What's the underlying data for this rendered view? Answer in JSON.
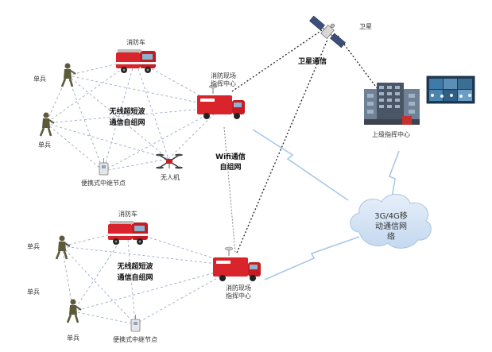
{
  "labels": {
    "truck_top": "消防车",
    "truck_bottom": "消防车",
    "soldier_1": "单兵",
    "soldier_2": "单兵",
    "soldier_3": "单兵",
    "soldier_4": "单兵",
    "soldier_5": "单兵",
    "relay_top": "便携式中继节点",
    "relay_bottom": "便携式中继节点",
    "drone": "无人机",
    "command_top_l1": "消防现场",
    "command_top_l2": "指挥中心",
    "command_bottom_l1": "消防现场",
    "command_bottom_l2": "指挥中心",
    "satellite": "卫星",
    "satellite_link": "卫星通信",
    "wifi_l1": "Wifi通信",
    "wifi_l2": "自组网",
    "adhoc_top_l1": "无线超短波",
    "adhoc_top_l2": "通信自组网",
    "adhoc_bottom_l1": "无线超短波",
    "adhoc_bottom_l2": "通信自组网",
    "upper_command": "上级指挥中心",
    "mobile_l1": "3G/4G移",
    "mobile_l2": "动通信网",
    "mobile_l3": "络"
  },
  "colors": {
    "adhoc_line": "#9aa9c9",
    "wireless_line": "#a9c7ea",
    "satellite_line": "#222222",
    "truck_red": "#d8242a",
    "soldier": "#5d5a3a",
    "cloud": "#cfe0f3"
  }
}
